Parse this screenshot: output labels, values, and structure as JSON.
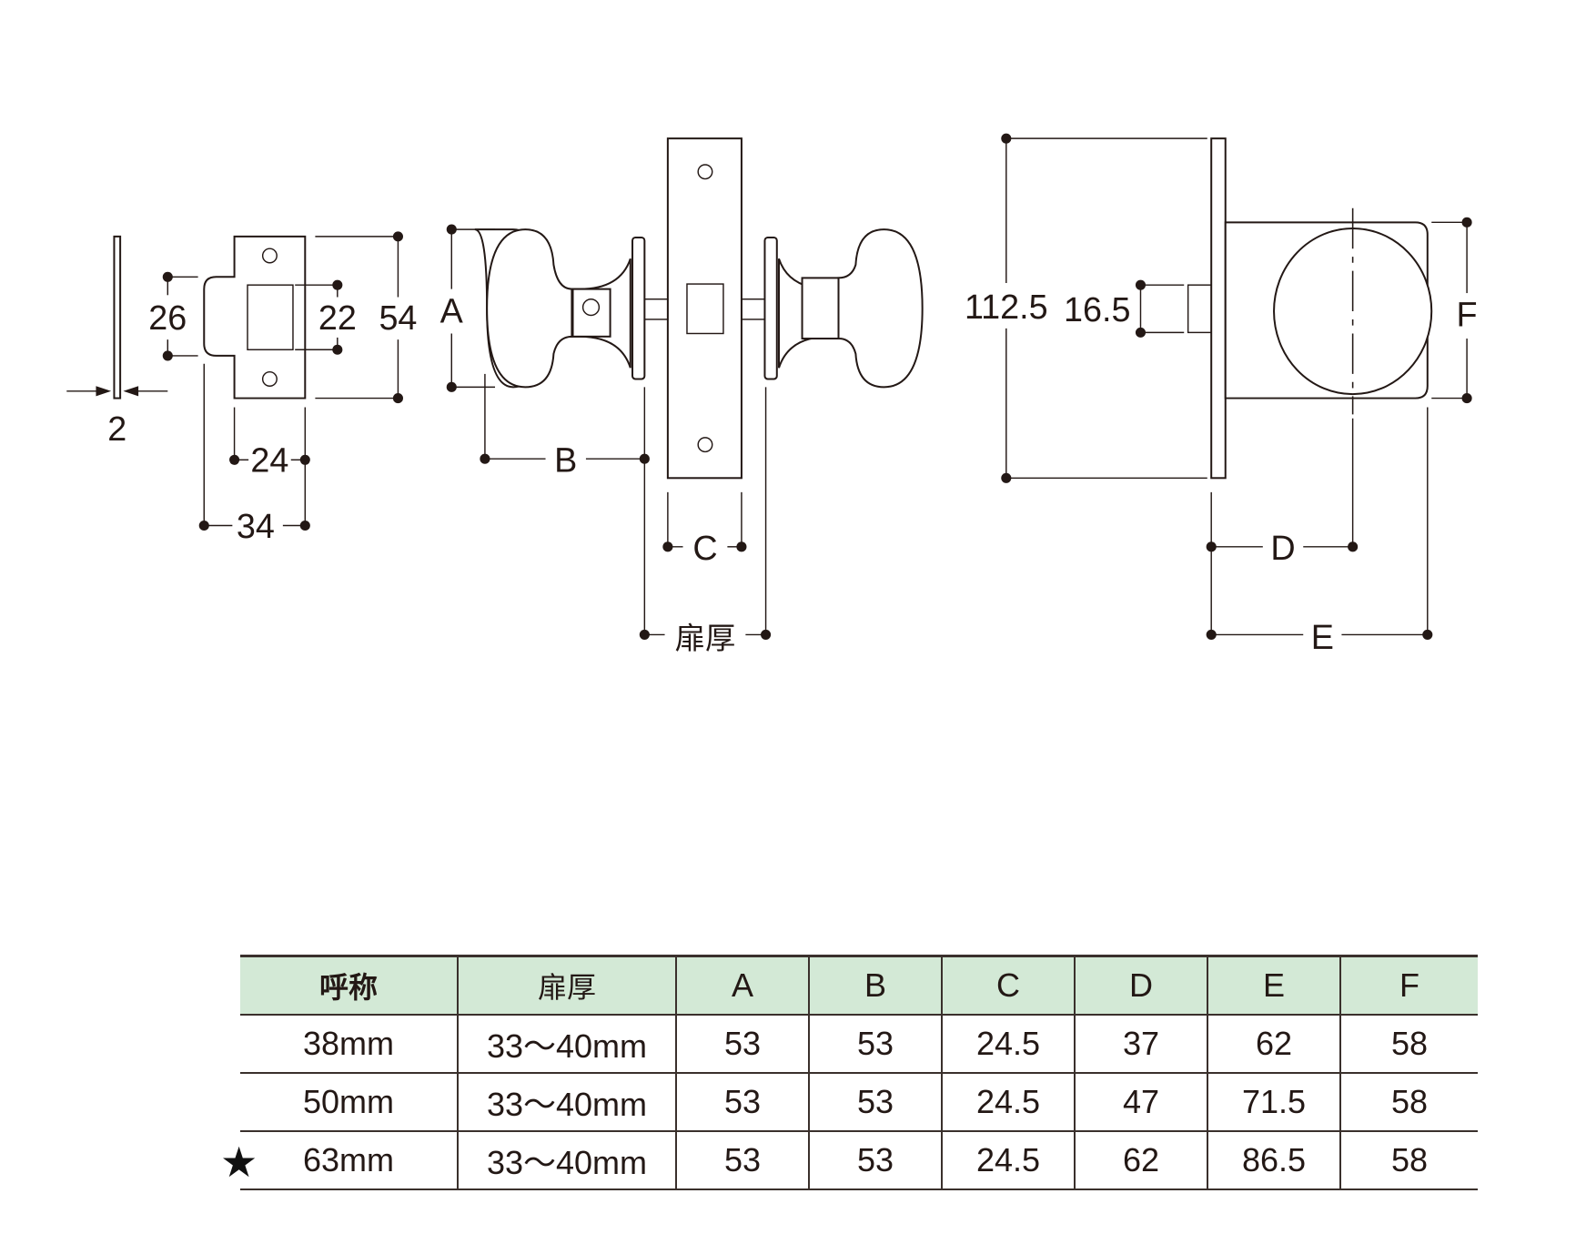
{
  "drawing": {
    "strike_plate": {
      "thickness": "2",
      "height": "54",
      "opening_height": "26",
      "hole_height": "22",
      "width_inner": "24",
      "width_total": "34"
    },
    "side_view": {
      "label_a": "A",
      "label_b": "B",
      "label_c": "C",
      "door_thickness_label": "扉厚"
    },
    "front_view": {
      "backplate_height": "112.5",
      "latch_height": "16.5",
      "label_d": "D",
      "label_e": "E",
      "label_f": "F"
    }
  },
  "table": {
    "headers": [
      "呼称",
      "扉厚",
      "A",
      "B",
      "C",
      "D",
      "E",
      "F"
    ],
    "rows": [
      {
        "marker": "",
        "cells": [
          "38mm",
          "33〜40mm",
          "53",
          "53",
          "24.5",
          "37",
          "62",
          "58"
        ]
      },
      {
        "marker": "",
        "cells": [
          "50mm",
          "33〜40mm",
          "53",
          "53",
          "24.5",
          "47",
          "71.5",
          "58"
        ]
      },
      {
        "marker": "★",
        "cells": [
          "63mm",
          "33〜40mm",
          "53",
          "53",
          "24.5",
          "62",
          "86.5",
          "58"
        ]
      }
    ]
  }
}
